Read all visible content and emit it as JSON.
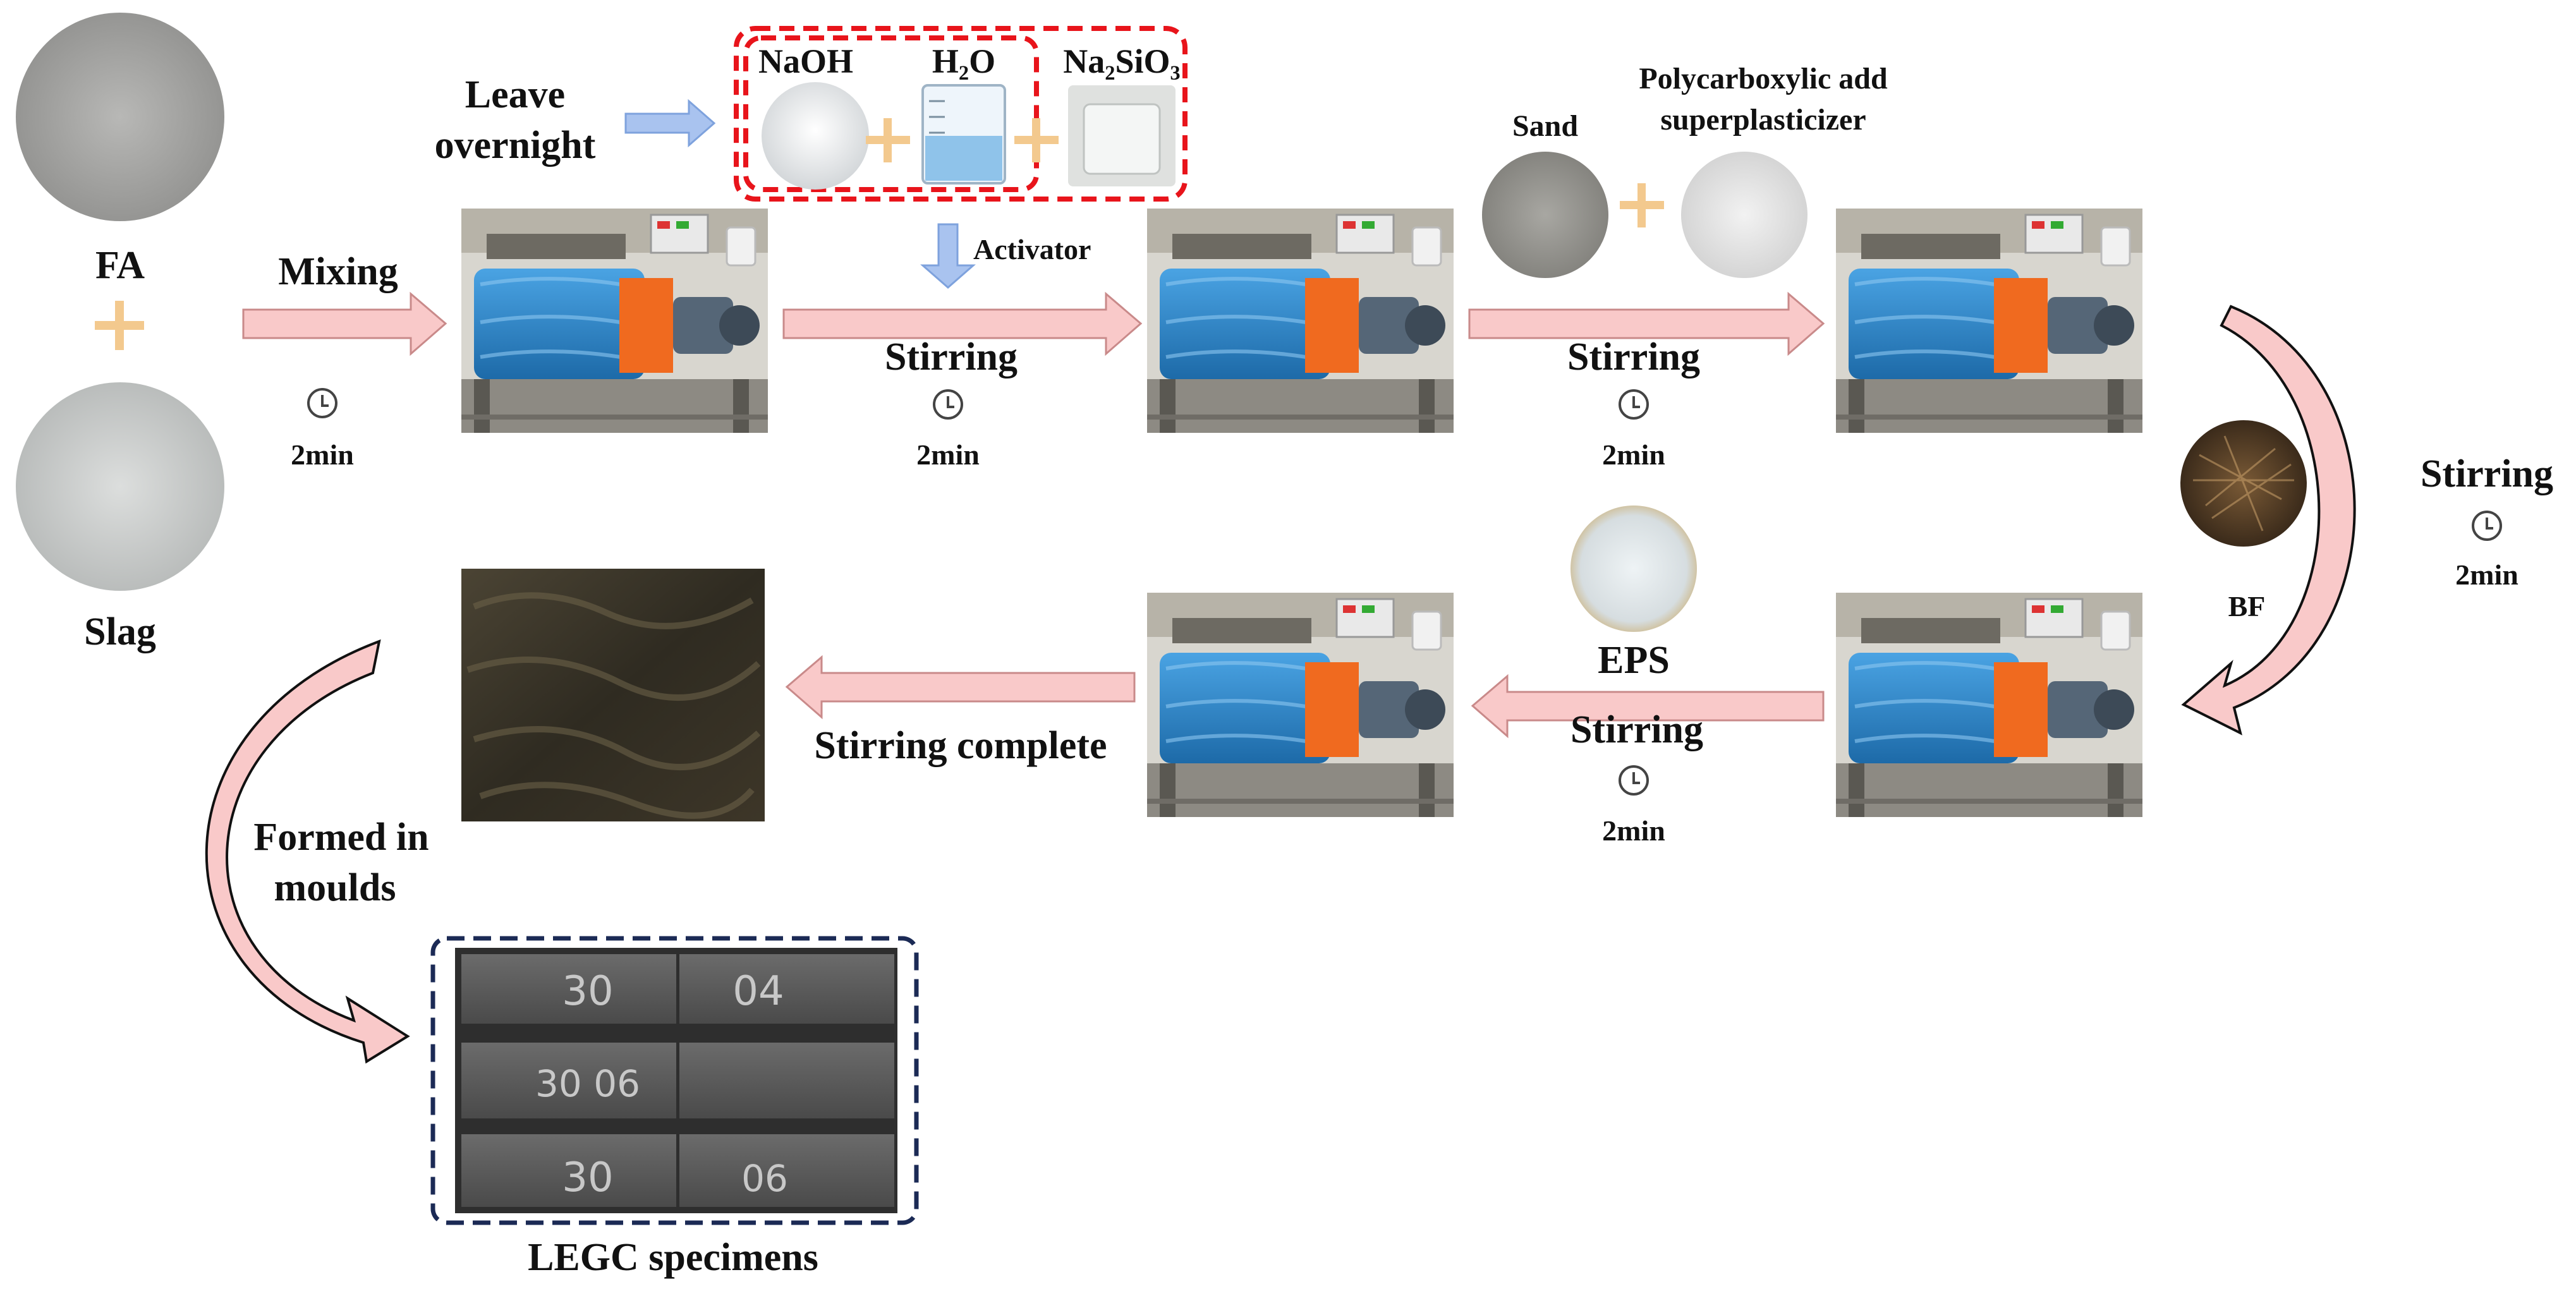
{
  "inputs": {
    "fa_label": "FA",
    "slag_label": "Slag"
  },
  "activator": {
    "leave_label_line1": "Leave",
    "leave_label_line2": "overnight",
    "naoh_label": "NaOH",
    "h2o_label": "H₂O",
    "na2sio3_label": "Na₂SiO₃",
    "activator_label": "Activator"
  },
  "steps": {
    "mixing_label": "Mixing",
    "mixing_time": "2min",
    "stirring1_label": "Stirring",
    "stirring1_time": "2min",
    "sand_label": "Sand",
    "superplasticizer_line1": "Polycarboxylic add",
    "superplasticizer_line2": "superplasticizer",
    "stirring2_label": "Stirring",
    "stirring2_time": "2min",
    "bf_label": "BF",
    "stirring3_label": "Stirring",
    "stirring3_time": "2min",
    "eps_label": "EPS",
    "stirring4_label": "Stirring",
    "stirring4_time": "2min",
    "complete_label": "Stirring complete",
    "formed_line1": "Formed in",
    "formed_line2": "moulds",
    "specimens_label": "LEGC specimens"
  },
  "specimen_marks": [
    "30",
    "04",
    "30 06",
    "30",
    "06"
  ],
  "colors": {
    "arrow_fill": "#f9c9c9",
    "arrow_stroke": "#c98a8a",
    "plus": "#f3c98e",
    "dashed_red": "#e8141b",
    "dashed_navy": "#1b2a55",
    "blue_arrow": "#a9c3ef",
    "drum_blue": "#2f8bd0",
    "motor_orange": "#f06a1f"
  }
}
